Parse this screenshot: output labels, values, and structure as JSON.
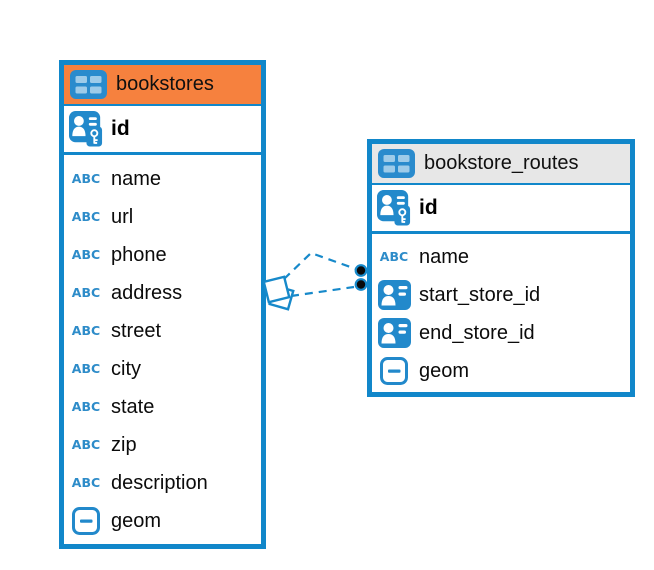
{
  "app": {
    "view": "entity-relationship-diagram"
  },
  "colors": {
    "table_border": "#1187ca",
    "bookstores_header": "#f6813e",
    "routes_header": "#e7e7e7",
    "icon_blue": "#2289cb",
    "icon_cell_blue": "#9ecbe9",
    "relationship_line": "#1789ca",
    "endpoint_dot_fill": "#0a0a0a"
  },
  "icons": {
    "text_type_label": "ABC"
  },
  "tables": [
    {
      "title": "bookstores",
      "key_column": {
        "name": "id",
        "type": "primary-key"
      },
      "columns": [
        {
          "name": "name",
          "type": "text"
        },
        {
          "name": "url",
          "type": "text"
        },
        {
          "name": "phone",
          "type": "text"
        },
        {
          "name": "address",
          "type": "text"
        },
        {
          "name": "street",
          "type": "text"
        },
        {
          "name": "city",
          "type": "text"
        },
        {
          "name": "state",
          "type": "text"
        },
        {
          "name": "zip",
          "type": "text"
        },
        {
          "name": "description",
          "type": "text"
        },
        {
          "name": "geom",
          "type": "geometry"
        }
      ]
    },
    {
      "title": "bookstore_routes",
      "key_column": {
        "name": "id",
        "type": "primary-key"
      },
      "columns": [
        {
          "name": "name",
          "type": "text"
        },
        {
          "name": "start_store_id",
          "type": "reference"
        },
        {
          "name": "end_store_id",
          "type": "reference"
        },
        {
          "name": "geom",
          "type": "geometry"
        }
      ]
    }
  ],
  "relationship": {
    "from_table": "bookstores",
    "to_table": "bookstore_routes",
    "line_style": "dashed",
    "endpoint_count": 2
  }
}
